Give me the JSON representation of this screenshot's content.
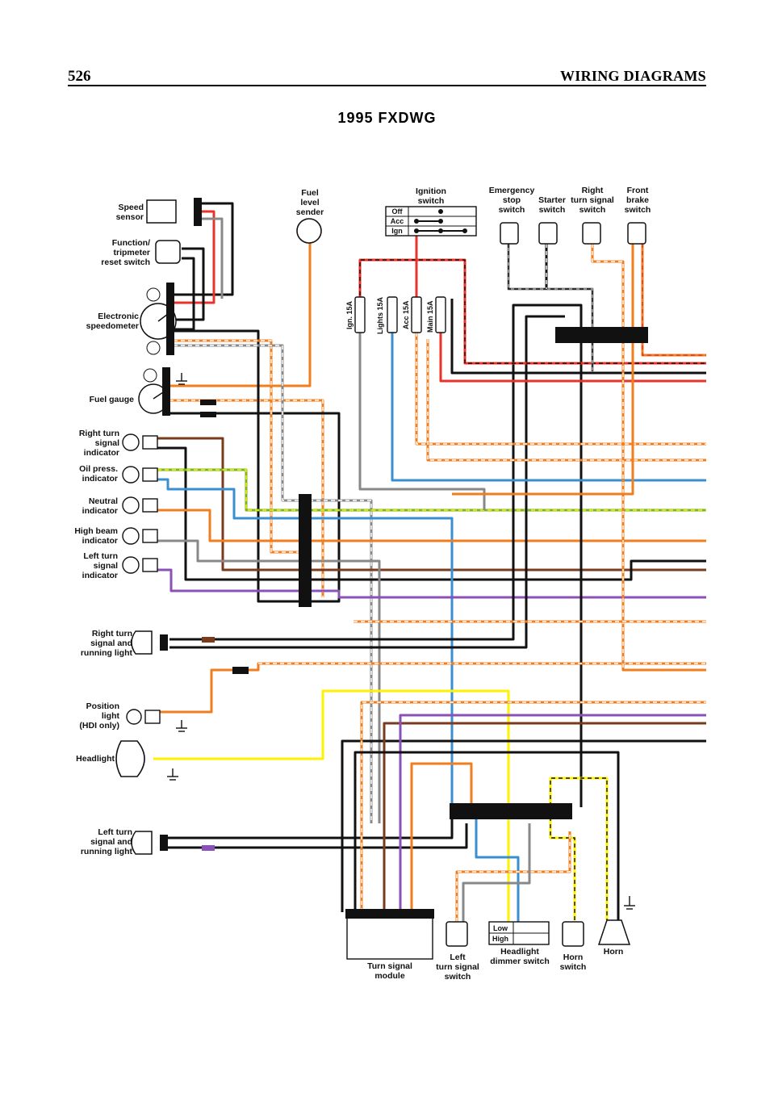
{
  "header": {
    "page_number": "526",
    "section": "WIRING DIAGRAMS"
  },
  "title": "1995 FXDWG",
  "components": {
    "speed_sensor": [
      "Speed",
      "sensor"
    ],
    "function_switch": [
      "Function/",
      "tripmeter",
      "reset switch"
    ],
    "speedometer": [
      "Electronic",
      "speedometer"
    ],
    "fuel_gauge": [
      "Fuel gauge"
    ],
    "right_turn_indicator": [
      "Right turn",
      "signal",
      "indicator"
    ],
    "oil_press_indicator": [
      "Oil press.",
      "indicator"
    ],
    "neutral_indicator": [
      "Neutral",
      "indicator"
    ],
    "high_beam_indicator": [
      "High beam",
      "indicator"
    ],
    "left_turn_indicator": [
      "Left turn",
      "signal",
      "indicator"
    ],
    "right_turn_light": [
      "Right turn",
      "signal and",
      "running light"
    ],
    "position_light": [
      "Position",
      "light",
      "(HDI only)"
    ],
    "headlight": [
      "Headlight"
    ],
    "left_turn_light": [
      "Left turn",
      "signal and",
      "running light"
    ],
    "fuel_sender": [
      "Fuel",
      "level",
      "sender"
    ],
    "ignition_switch": [
      "Ignition",
      "switch"
    ],
    "ignition_positions": [
      "Off",
      "Acc",
      "Ign"
    ],
    "emergency_stop": [
      "Emergency",
      "stop",
      "switch"
    ],
    "starter_switch": [
      "Starter",
      "switch"
    ],
    "right_turn_switch": [
      "Right",
      "turn signal",
      "switch"
    ],
    "front_brake": [
      "Front",
      "brake",
      "switch"
    ],
    "turn_signal_module": [
      "Turn signal",
      "module"
    ],
    "left_turn_switch": [
      "Left",
      "turn signal",
      "switch"
    ],
    "dimmer_switch": [
      "Headlight",
      "dimmer switch"
    ],
    "dimmer_positions": [
      "Low",
      "High"
    ],
    "horn_switch": [
      "Horn",
      "switch"
    ],
    "horn": [
      "Horn"
    ]
  },
  "fuses": [
    "Ign. 15A",
    "Lights 15A",
    "Acc 15A",
    "Main 15A"
  ],
  "wire_colors": {
    "red": "#e8322a",
    "orange": "#f07d1e",
    "black": "#111111",
    "blue": "#3a8fd0",
    "yellow": "#fff200",
    "green": "#7ab61f",
    "purple": "#8a52b8",
    "brown": "#7a3a1c",
    "grey": "#888888",
    "white": "#ffffff"
  }
}
